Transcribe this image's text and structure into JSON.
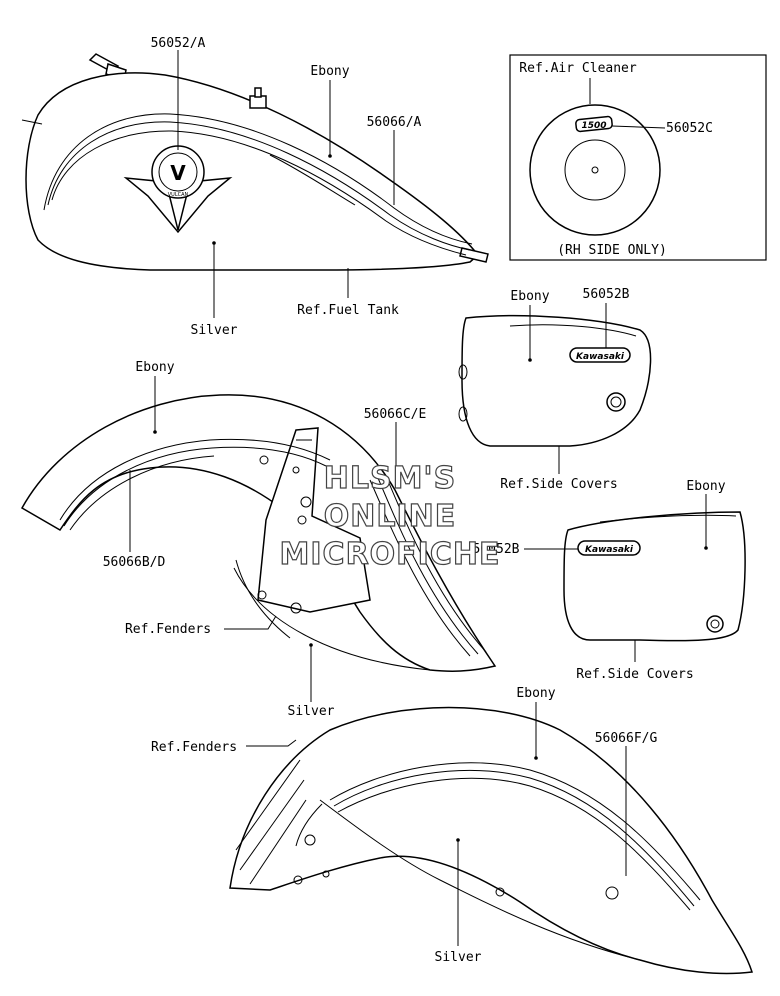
{
  "labels": {
    "tank_emblem": "56052/A",
    "tank_color_top": "Ebony",
    "tank_stripe": "56066/A",
    "tank_color_bottom": "Silver",
    "tank_ref": "Ref.Fuel Tank",
    "air_cleaner_ref": "Ref.Air Cleaner",
    "air_cleaner_decal": "56052C",
    "air_cleaner_note": "(RH SIDE ONLY)",
    "side_cover_color_1": "Ebony",
    "side_cover_decal_1": "56052B",
    "side_cover_ref_1": "Ref.Side Covers",
    "side_cover_color_2": "Ebony",
    "side_cover_decal_2": "56052B",
    "side_cover_ref_2": "Ref.Side Covers",
    "front_fender_color_top": "Ebony",
    "front_fender_stripe_right": "56066C/E",
    "front_fender_stripe_left": "56066B/D",
    "front_fender_ref": "Ref.Fenders",
    "front_fender_color_bottom": "Silver",
    "rear_fender_color_top": "Ebony",
    "rear_fender_ref": "Ref.Fenders",
    "rear_fender_stripe": "56066F/G",
    "rear_fender_color_bottom": "Silver",
    "decal_text_kawasaki": "Kawasaki",
    "decal_text_air_cleaner": "1500",
    "emblem_text": "V",
    "emblem_sub_text": "VULCAN"
  },
  "watermark": {
    "line1": "HLSM'S",
    "line2": "ONLINE",
    "line3": "MICROFICHE"
  }
}
